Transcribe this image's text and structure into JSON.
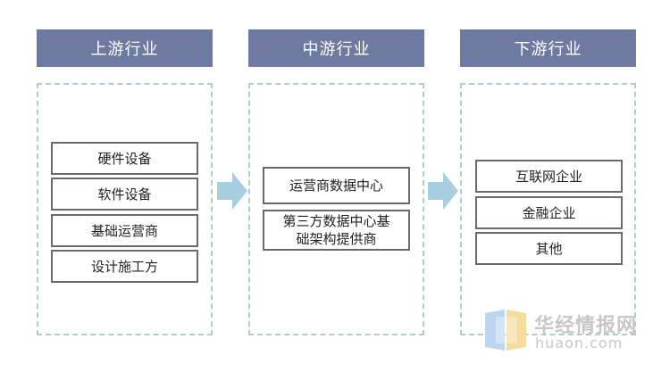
{
  "columns": [
    {
      "title": "上游行业",
      "items": [
        "硬件设备",
        "软件设备",
        "基础运营商",
        "设计施工方"
      ]
    },
    {
      "title": "中游行业",
      "items": [
        "运营商数据中心",
        "第三方数据中心基\n础架构提供商"
      ]
    },
    {
      "title": "下游行业",
      "items": [
        "互联网企业",
        "金融企业",
        "其他"
      ]
    }
  ],
  "watermark": {
    "name": "华经情报网",
    "domain": "huaon.com"
  },
  "colors": {
    "header": "#6f7aa0",
    "panel_border": "#a9cfd0",
    "arrow": "#a8cfe0",
    "item_border": "#6a6a6a"
  }
}
